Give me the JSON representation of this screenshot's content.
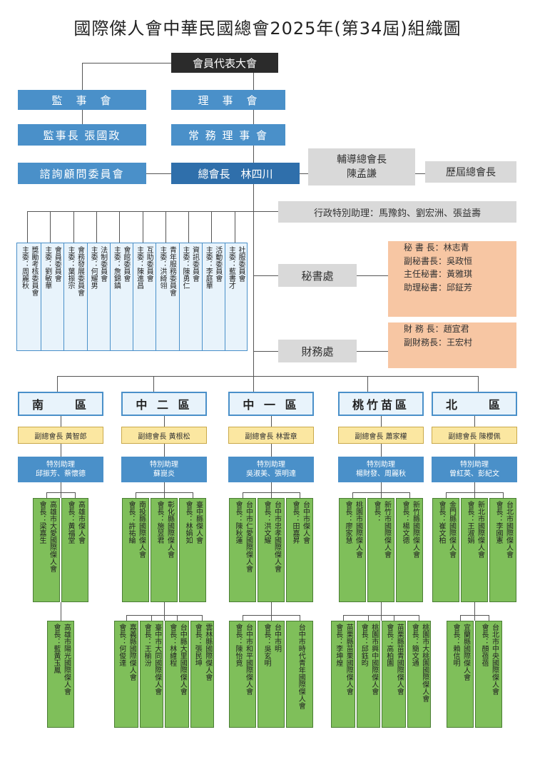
{
  "title": "國際傑人會中華民國總會2025年(第34屆)組織圖",
  "top": {
    "assembly": "會員代表大會",
    "supervisors": "監　事　會",
    "board": "理　事　會",
    "chief_supervisor": "監事長 張國政",
    "standing_board": "常 務 理 事 會",
    "advisory": "諮詢顧問委員會",
    "president": "總會長　林四川",
    "counsel": "輔導總會長\n陳孟謙",
    "past_presidents": "歷屆總會長",
    "special_assistants": "行政特別助理：馬豫鈞、劉宏洲、張益壽"
  },
  "committees": [
    {
      "name": "社服委員會",
      "chair": "主委：藍書才"
    },
    {
      "name": "活動委員會",
      "chair": "主委：李庭華"
    },
    {
      "name": "資訊委員會",
      "chair": "主委：陳勇仁"
    },
    {
      "name": "青年服務委員會",
      "chair": "主委：洪綺翎"
    },
    {
      "name": "互助委員會",
      "chair": "主委：陳進昌"
    },
    {
      "name": "會館委員會",
      "chair": "主委：詹錦鎮"
    },
    {
      "name": "法制委員會",
      "chair": "主委：何耀男"
    },
    {
      "name": "會務發展委員會",
      "chair": "主委：葉振宗"
    },
    {
      "name": "會員委員會",
      "chair": "主委：劉敏華"
    },
    {
      "name": "獎勵考核委員會",
      "chair": "主委：周麗秋"
    }
  ],
  "secretariat": {
    "label": "秘書處",
    "members": [
      "秘 書 長：林志青",
      "副秘書長：吳政恒",
      "主任秘書：黃雅琪",
      "助理秘書：邱鉦芳"
    ]
  },
  "finance": {
    "label": "財務處",
    "members": [
      "財 務 長：趙宜君",
      "副財務長：王宏村"
    ]
  },
  "regions": [
    {
      "name": "南　　區",
      "vp": "副總會長 黃智郎",
      "asst_title": "特別助理",
      "asst": "邱振芳、蔡懷德",
      "row1": [
        {
          "club": "高雄市大愛國際傑人會",
          "pres": "會長：梁嘉生"
        },
        {
          "club": "高雄市傑人會",
          "pres": "會長：黃福堂"
        }
      ],
      "row2": [
        {
          "club": "高雄市陽光國際傑人會",
          "pres": "會長：藍黃玉鳳"
        }
      ]
    },
    {
      "name": "中 二 區",
      "vp": "副總會長 黃根松",
      "asst_title": "特別助理",
      "asst": "蘇崑炎",
      "row1": [
        {
          "club": "南投縣國際傑人會",
          "pres": "會長：許祐綸"
        },
        {
          "club": "彰化縣國際傑人會",
          "pres": "會長：施昱君"
        },
        {
          "club": "臺中縣傑人會",
          "pres": "會長：林娟如"
        }
      ],
      "row2": [
        {
          "club": "嘉義縣國際傑人會",
          "pres": "會長：何俊達"
        },
        {
          "club": "臺中市大同國際傑人會",
          "pres": "會長：王榆汾"
        },
        {
          "club": "台中縣大里國際傑人會",
          "pres": "會長：林緯程"
        },
        {
          "club": "雲林縣國際傑人會",
          "pres": "會長：張民坤"
        }
      ]
    },
    {
      "name": "中 一 區",
      "vp": "副總會長 林雲章",
      "asst_title": "特別助理",
      "asst": "吳淑美、張明達",
      "row1": [
        {
          "club": "台中市仁愛國際傑人會",
          "pres": "會長：陳秋蓮"
        },
        {
          "club": "台中市忠孝國際傑人會",
          "pres": "會長：洪文耀"
        },
        {
          "club": "台中市傑人會",
          "pres": "會長：田嘉昇"
        }
      ],
      "row2": [
        {
          "club": "台中市和平國際傑人會",
          "pres": "會長：陳怡竟"
        },
        {
          "club": "台中市明",
          "pres": "會長：吳玄明"
        },
        {
          "club": "台中市時代青年國際傑人會",
          "pres": ""
        }
      ]
    },
    {
      "name": "桃竹苗區",
      "vp": "副總會長 蕭家權",
      "asst_title": "特別助理",
      "asst": "楊財發、周麗秋",
      "row1": [
        {
          "club": "桃園市國際傑人會",
          "pres": "會長：廖家慧"
        },
        {
          "club": "新竹市國際傑人會",
          "pres": "會長："
        },
        {
          "club": "新竹縣國際傑人會",
          "pres": "會長：楊文德"
        }
      ],
      "row2": [
        {
          "club": "苗栗縣苗栗國際傑人會",
          "pres": "會長：李坤煌"
        },
        {
          "club": "桃園市興中國際傑人會",
          "pres": "會長：邱鈺昀"
        },
        {
          "club": "苗栗縣苗青國際傑人會",
          "pres": "會長：高柏園"
        },
        {
          "club": "桃園市大桃園國際傑人會",
          "pres": "會長：簡文通"
        }
      ]
    },
    {
      "name": "北　　區",
      "vp": "副總會長 陳櫻佩",
      "asst_title": "特別助理",
      "asst": "曾紅英、彭紀文",
      "row1": [
        {
          "club": "金門縣國際傑人會",
          "pres": "會長：崔文柏"
        },
        {
          "club": "新北市國際傑人會",
          "pres": "會長：王淑娟"
        },
        {
          "club": "台北市國際傑人會",
          "pres": "會長：李國憲"
        }
      ],
      "row2": [
        {
          "club": "宜蘭縣國際傑人會",
          "pres": "會長：賴信明"
        },
        {
          "club": "台北市中央國際傑人會",
          "pres": "會長：顏蓓蓓"
        }
      ]
    }
  ]
}
